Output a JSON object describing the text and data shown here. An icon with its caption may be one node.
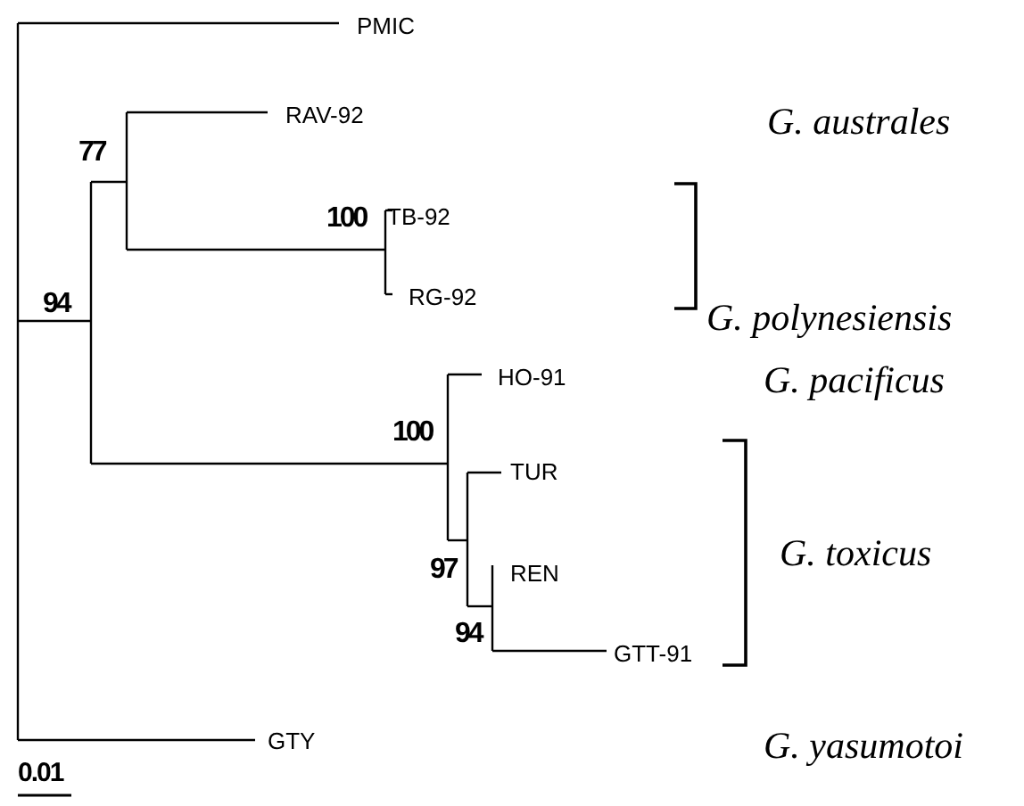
{
  "diagram": {
    "labels": [
      "PMIC",
      "RAV-92",
      "G. australes",
      "77",
      "100",
      "TB-92",
      "G. polynesiensis",
      "94",
      "RG-92",
      "HO-91",
      "G. pacificus",
      "100",
      "TUR",
      "G. toxicus",
      "97",
      "REN",
      "94",
      "GTT-91",
      "GTY",
      "G. yasumotoi",
      "0.01"
    ]
  }
}
